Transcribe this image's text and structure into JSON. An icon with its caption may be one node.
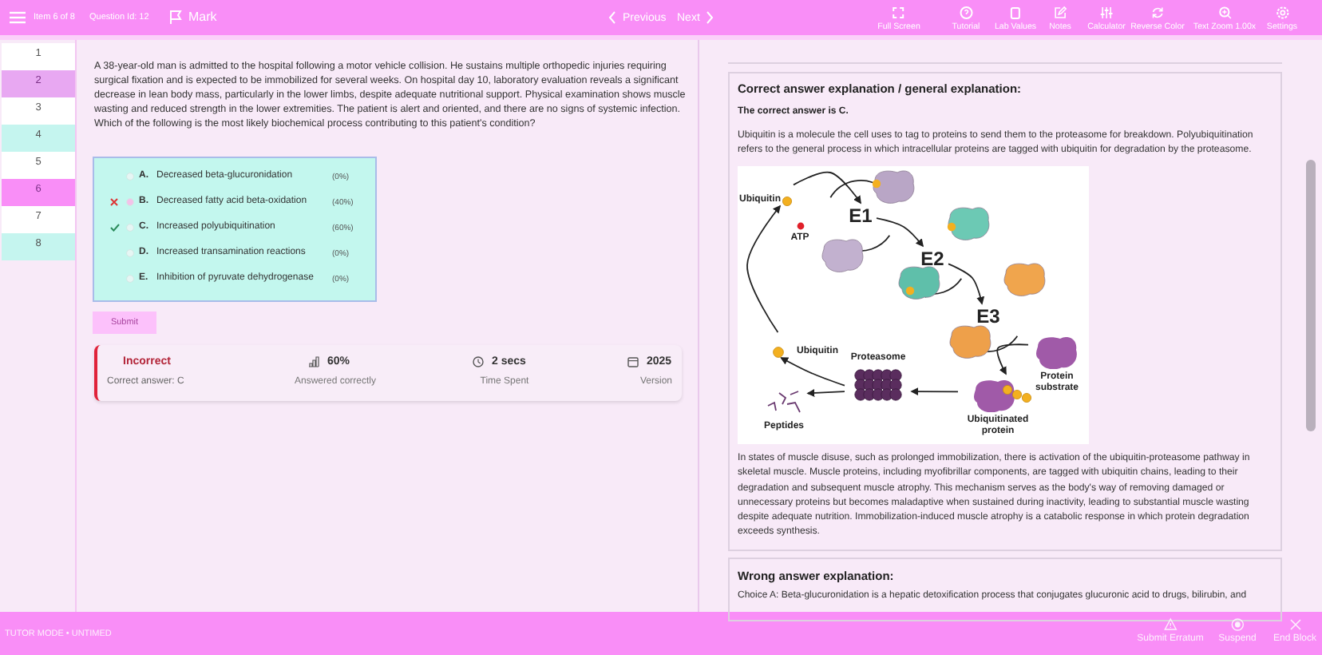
{
  "diagram": {
    "nodes": [
      {
        "text": [
          "Ubiquitin"
        ]
      },
      {
        "text": [
          "ATP"
        ]
      },
      {
        "text": [
          "E1"
        ]
      },
      {
        "text": [
          "E2"
        ]
      },
      {
        "text": [
          "E3"
        ]
      },
      {
        "text": [
          "Ubiquitin"
        ]
      },
      {
        "text": [
          "Proteasome"
        ]
      },
      {
        "text": [
          "Protein substrate"
        ]
      },
      {
        "text": [
          "Peptides"
        ]
      },
      {
        "text": [
          "Ubiquitinated protein"
        ]
      }
    ],
    "edges": [
      {
        "from": 9,
        "to": 6,
        "arrow": "to"
      },
      {
        "from": 6,
        "to": 8,
        "arrow": "to"
      },
      {
        "from": 6,
        "to": 5,
        "arrow": "to"
      },
      {
        "from": 5,
        "to": 0,
        "arrow": "to"
      },
      {
        "from": 7,
        "to": 9,
        "arrow": "to"
      },
      {
        "from": 0,
        "to": 2,
        "arrow": "to"
      },
      {
        "from": 2,
        "to": 3,
        "arrow": "to"
      },
      {
        "from": 3,
        "to": 4,
        "arrow": "to"
      }
    ],
    "labels": [
      "Item 6 of 8",
      "Question Id: 12",
      "Mark",
      "Previous",
      "Next",
      "Full Screen",
      "Tutorial",
      "Lab Values",
      "Notes",
      "Calculator",
      "Reverse Color",
      "Text Zoom 1.00x",
      "Settings",
      "1",
      "2",
      "3",
      "4",
      "5",
      "6",
      "7",
      "8",
      "A 38-year-old man is admitted to the hospital following a motor vehicle collision. He sustains multiple orthopedic injuries requiring surgical fixation and is expected to be immobilized for several weeks. On hospital day 10, laboratory evaluation reveals a significant decrease in lean body mass, particularly in the lower limbs, despite adequate nutritional support. Physical examination shows muscle wasting and reduced strength in the lower extremities. The patient is alert and oriented, and there are no signs of systemic infection. Which of the following is the most likely biochemical process contributing to this patient's condition?",
      "A.",
      "Decreased beta-glucuronidation",
      "(0%)",
      "B.",
      "Decreased fatty acid beta-oxidation",
      "(40%)",
      "C.",
      "Increased polyubiquitination",
      "(60%)",
      "D.",
      "Increased transamination reactions",
      "(0%)",
      "E.",
      "Inhibition of pyruvate dehydrogenase",
      "(0%)",
      "Submit",
      "Incorrect",
      "Correct answer: C",
      "60%",
      "Answered correctly",
      "2 secs",
      "Time Spent",
      "2025",
      "Version",
      "Correct answer explanation / general explanation:",
      "The correct answer is C.",
      "Ubiquitin is a molecule the cell uses to tag to proteins to send them to the proteasome for breakdown. Polyubiquitination refers to the general process in which intracellular proteins are tagged with ubiquitin for degradation by the proteasome.",
      "In states of muscle disuse, such as prolonged immobilization, there is activation of the ubiquitin-proteasome pathway in skeletal muscle. Muscle proteins, including myofibrillar components, are tagged with ubiquitin chains, leading to their degradation and subsequent muscle atrophy. This mechanism serves as the body's way of removing damaged or unnecessary proteins but becomes maladaptive when sustained during inactivity, leading to substantial muscle wasting despite adequate nutrition. Immobilization-induced muscle atrophy is a catabolic response in which protein degradation exceeds synthesis.",
      "Wrong answer explanation:",
      "Choice A: Beta-glucuronidation is a hepatic detoxification process that conjugates glucuronic acid to drugs, bilirubin, and",
      "TUTOR MODE • UNTIMED",
      "Submit Erratum",
      "Suspend",
      "End Block"
    ]
  }
}
